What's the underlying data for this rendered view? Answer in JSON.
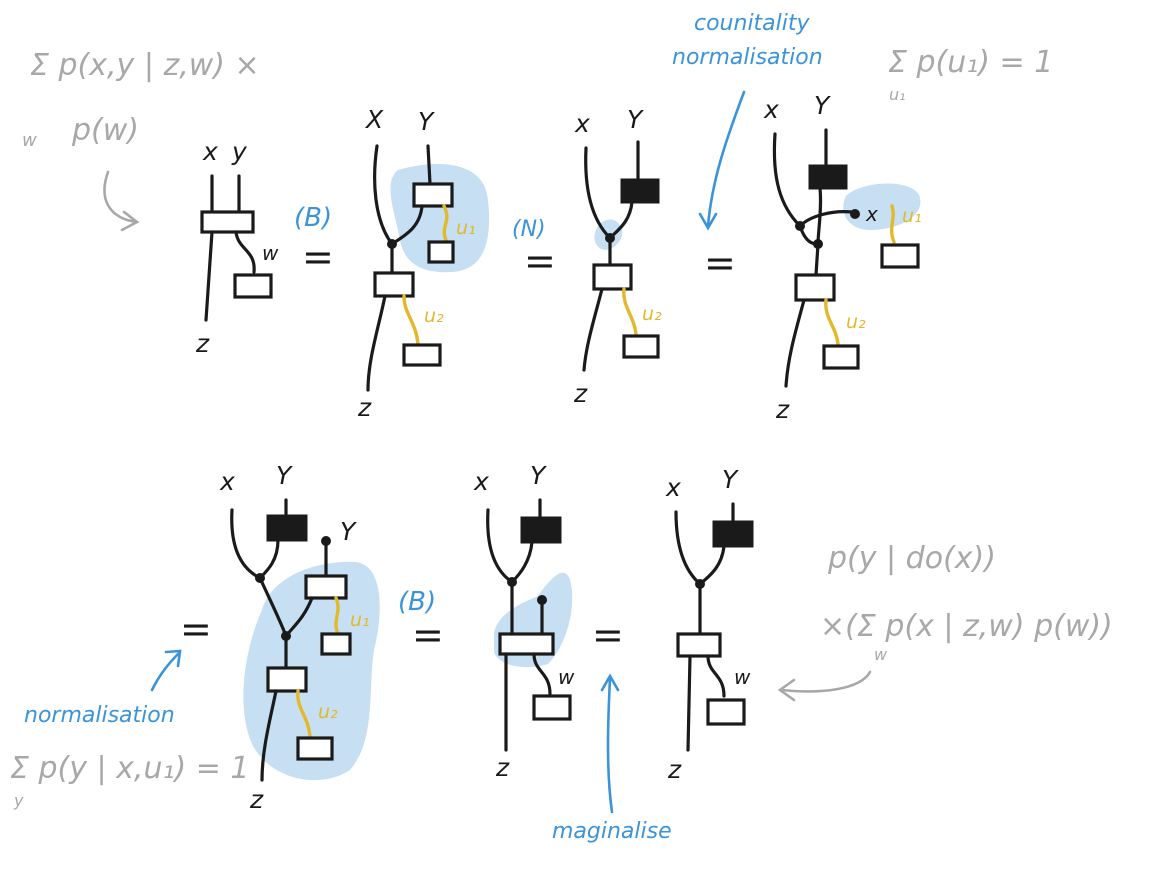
{
  "formulas": {
    "top_left_line1": "Σ p(x,y | z,w) ×",
    "top_left_sum_index": "w",
    "top_left_line2": "p(w)",
    "top_right": "Σ p(u₁) = 1",
    "top_right_sum_index": "u₁",
    "bottom_left": "Σ p(y | x,u₁) = 1",
    "bottom_left_sum_index": "y",
    "bottom_right_line1": "p(y | do(x))",
    "bottom_right_line2": "×(Σ p(x | z,w) p(w))",
    "bottom_right_sum_index": "w"
  },
  "annotations": {
    "counitality_line1": "counitality",
    "counitality_line2": "normalisation",
    "normalisation": "normalisation",
    "marginalise": "maginalise"
  },
  "steps": {
    "B": "(B)",
    "N": "(N)"
  },
  "equals": "=",
  "labels": {
    "x": "x",
    "y": "y",
    "X": "X",
    "Y": "Y",
    "z": "z",
    "w": "w",
    "u1": "u₁",
    "u2": "u₂"
  },
  "colors": {
    "ink": "#1a1a1a",
    "annotation_blue": "#3b94d9",
    "highlight_blue": "#c6dff3",
    "latent_yellow": "#e2b92c",
    "formula_gray": "#a8a8a8"
  }
}
